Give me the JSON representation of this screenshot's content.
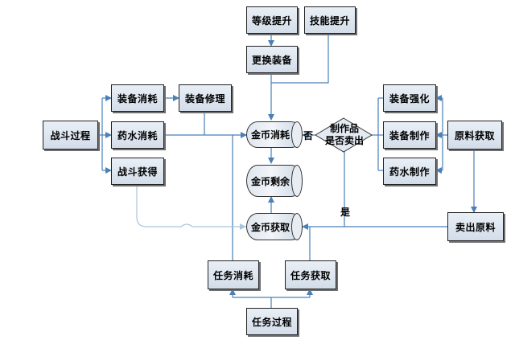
{
  "nodes": {
    "battle_process": "战斗过程",
    "equip_consume": "装备消耗",
    "equip_repair": "装备修理",
    "potion_consume": "药水消耗",
    "battle_gain": "战斗获得",
    "level_up": "等级提升",
    "skill_up": "技能提升",
    "change_equip": "更换装备",
    "gold_consume": "金币消耗",
    "gold_remain": "金币剩余",
    "gold_gain": "金币获取",
    "craft_decision_line1": "制作品",
    "craft_decision_line2": "是否卖出",
    "equip_enhance": "装备强化",
    "equip_craft": "装备制作",
    "potion_craft": "药水制作",
    "material_gain": "原料获取",
    "sell_material": "卖出原料",
    "task_consume": "任务消耗",
    "task_gain": "任务获取",
    "task_process": "任务过程"
  },
  "edge_labels": {
    "no": "否",
    "yes": "是"
  },
  "colors": {
    "wire": "#4a7fb8",
    "wire_faint": "#a9c4dc",
    "box_border": "#222222"
  }
}
